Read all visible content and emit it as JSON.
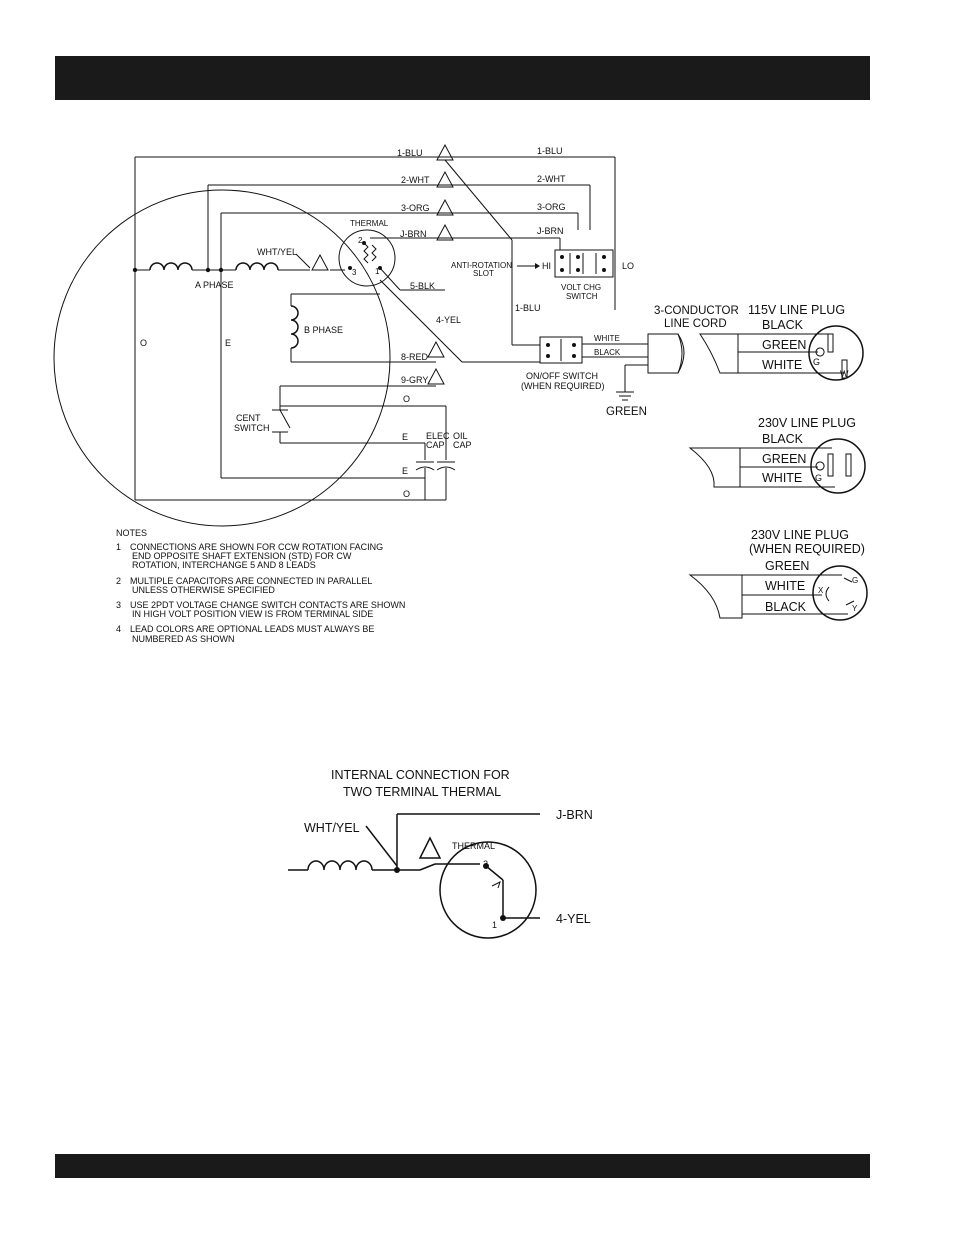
{
  "header_bar": {
    "color": "#1a1a1a"
  },
  "footer_bar": {
    "color": "#1a1a1a"
  },
  "wiring_diagram": {
    "leads_left": [
      "1-BLU",
      "2-WHT",
      "3-ORG",
      "J-BRN"
    ],
    "leads_right": [
      "1-BLU",
      "2-WHT",
      "3-ORG",
      "J-BRN"
    ],
    "thermal_label": "THERMAL",
    "thermal_terminals": [
      "2",
      "3",
      "1"
    ],
    "wht_yel": "WHT/YEL",
    "a_phase": "A PHASE",
    "b_phase": "B PHASE",
    "lead_5": "5-BLK",
    "lead_4": "4-YEL",
    "lead_8": "8-RED",
    "lead_9": "9-GRY",
    "lead_1_lower": "1-BLU",
    "o_left": "O",
    "e_left": "E",
    "o_mid": "O",
    "e_cap_top": "E",
    "e_cap_bottom": "E",
    "o_bottom": "O",
    "cent_switch": [
      "CENT",
      "SWITCH"
    ],
    "elec_cap": [
      "ELEC",
      "CAP"
    ],
    "oil_cap": [
      "OIL",
      "CAP"
    ],
    "anti_rotation": [
      "ANTI-ROTATION",
      "SLOT"
    ],
    "hi": "HI",
    "lo": "LO",
    "volt_chg_switch": [
      "VOLT CHG",
      "SWITCH"
    ],
    "white_wire": "WHITE",
    "black_wire": "BLACK",
    "on_off_switch": [
      "ON/OFF SWITCH",
      "(WHEN REQUIRED)"
    ],
    "ground_label": "GREEN",
    "line_cord": [
      "3-CONDUCTOR",
      "LINE CORD"
    ]
  },
  "plug_115": {
    "title": "115V LINE PLUG",
    "wires": [
      "BLACK",
      "GREEN",
      "WHITE"
    ],
    "pins": [
      "G",
      "W"
    ]
  },
  "plug_230": {
    "title": "230V LINE PLUG",
    "wires": [
      "BLACK",
      "GREEN",
      "WHITE"
    ],
    "pins": [
      "G"
    ]
  },
  "plug_230_optional": {
    "title": [
      "230V LINE PLUG",
      "(WHEN REQUIRED)"
    ],
    "wires": [
      "GREEN",
      "WHITE",
      "BLACK"
    ],
    "pins": [
      "G",
      "X",
      "Y"
    ]
  },
  "notes": {
    "heading": "NOTES",
    "items": [
      {
        "num": "1",
        "lines": [
          "CONNECTIONS ARE SHOWN FOR CCW ROTATION FACING",
          "END OPPOSITE SHAFT EXTENSION (STD)   FOR CW",
          "ROTATION, INTERCHANGE 5 AND 8 LEADS"
        ]
      },
      {
        "num": "2",
        "lines": [
          "MULTIPLE CAPACITORS ARE CONNECTED IN PARALLEL",
          "UNLESS OTHERWISE SPECIFIED"
        ]
      },
      {
        "num": "3",
        "lines": [
          "USE 2PDT VOLTAGE CHANGE SWITCH   CONTACTS ARE SHOWN",
          "IN HIGH VOLT POSITION   VIEW IS FROM TERMINAL SIDE"
        ]
      },
      {
        "num": "4",
        "lines": [
          "LEAD COLORS ARE OPTIONAL   LEADS MUST ALWAYS BE",
          "NUMBERED AS SHOWN"
        ]
      }
    ]
  },
  "thermal_detail": {
    "title": [
      "INTERNAL CONNECTION FOR",
      "TWO TERMINAL THERMAL"
    ],
    "wht_yel": "WHT/YEL",
    "j_brn": "J-BRN",
    "yel": "4-YEL",
    "thermal": "THERMAL",
    "terminals": [
      "2",
      "1"
    ]
  }
}
